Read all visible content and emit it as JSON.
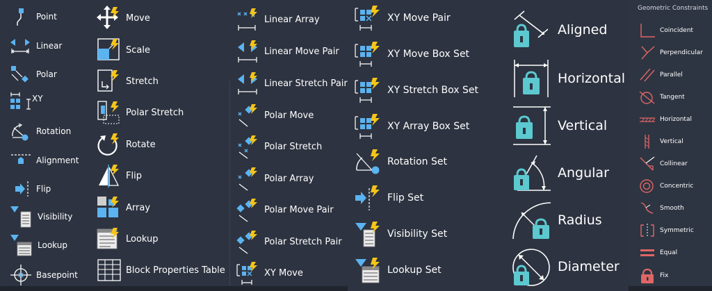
{
  "col1": [
    {
      "label": "Point",
      "icon": "point-icon"
    },
    {
      "label": "Linear",
      "icon": "linear-icon"
    },
    {
      "label": "Polar",
      "icon": "polar-icon"
    },
    {
      "label": "XY",
      "icon": "xy-icon"
    },
    {
      "label": "Rotation",
      "icon": "rotation-icon"
    },
    {
      "label": "Alignment",
      "icon": "alignment-icon"
    },
    {
      "label": "Flip",
      "icon": "flip-icon"
    },
    {
      "label": "Visibility",
      "icon": "visibility-icon"
    },
    {
      "label": "Lookup",
      "icon": "lookup-icon"
    },
    {
      "label": "Basepoint",
      "icon": "basepoint-icon"
    }
  ],
  "col2": [
    {
      "label": "Move",
      "icon": "move-icon"
    },
    {
      "label": "Scale",
      "icon": "scale-icon"
    },
    {
      "label": "Stretch",
      "icon": "stretch-icon"
    },
    {
      "label": "Polar Stretch",
      "icon": "polar-stretch-icon"
    },
    {
      "label": "Rotate",
      "icon": "rotate-icon"
    },
    {
      "label": "Flip",
      "icon": "flip-action-icon"
    },
    {
      "label": "Array",
      "icon": "array-icon"
    },
    {
      "label": "Lookup",
      "icon": "lookup-action-icon"
    },
    {
      "label": "Block Properties Table",
      "icon": "table-icon"
    }
  ],
  "col3": [
    {
      "label": "Linear Array",
      "icon": "linear-array-icon"
    },
    {
      "label": "Linear Move Pair",
      "icon": "linear-move-pair-icon"
    },
    {
      "label": "Linear Stretch Pair",
      "icon": "linear-stretch-pair-icon"
    },
    {
      "label": "Polar Move",
      "icon": "polar-move-icon"
    },
    {
      "label": "Polar Stretch",
      "icon": "polar-stretch-set-icon"
    },
    {
      "label": "Polar Array",
      "icon": "polar-array-icon"
    },
    {
      "label": "Polar Move Pair",
      "icon": "polar-move-pair-icon"
    },
    {
      "label": "Polar Stretch Pair",
      "icon": "polar-stretch-pair-icon"
    },
    {
      "label": "XY Move",
      "icon": "xy-move-icon"
    }
  ],
  "col4": [
    {
      "label": "XY Move Pair",
      "icon": "xy-move-pair-icon"
    },
    {
      "label": "XY Move Box Set",
      "icon": "xy-move-box-set-icon"
    },
    {
      "label": "XY Stretch Box Set",
      "icon": "xy-stretch-box-set-icon"
    },
    {
      "label": "XY Array Box Set",
      "icon": "xy-array-box-set-icon"
    },
    {
      "label": "Rotation Set",
      "icon": "rotation-set-icon"
    },
    {
      "label": "Flip Set",
      "icon": "flip-set-icon"
    },
    {
      "label": "Visibility Set",
      "icon": "visibility-set-icon"
    },
    {
      "label": "Lookup Set",
      "icon": "lookup-set-icon"
    }
  ],
  "col5": [
    {
      "label": "Aligned",
      "icon": "aligned-lock-icon"
    },
    {
      "label": "Horizontal",
      "icon": "horizontal-lock-icon"
    },
    {
      "label": "Vertical",
      "icon": "vertical-lock-icon"
    },
    {
      "label": "Angular",
      "icon": "angular-lock-icon"
    },
    {
      "label": "Radius",
      "icon": "radius-lock-icon"
    },
    {
      "label": "Diameter",
      "icon": "diameter-lock-icon"
    }
  ],
  "geometric": {
    "title": "Geometric Constraints",
    "items": [
      {
        "label": "Coincident",
        "icon": "coincident-icon"
      },
      {
        "label": "Perpendicular",
        "icon": "perpendicular-icon"
      },
      {
        "label": "Parallel",
        "icon": "parallel-icon"
      },
      {
        "label": "Tangent",
        "icon": "tangent-icon"
      },
      {
        "label": "Horizontal",
        "icon": "horizontal-constraint-icon"
      },
      {
        "label": "Vertical",
        "icon": "vertical-constraint-icon"
      },
      {
        "label": "Collinear",
        "icon": "collinear-icon"
      },
      {
        "label": "Concentric",
        "icon": "concentric-icon"
      },
      {
        "label": "Smooth",
        "icon": "smooth-icon"
      },
      {
        "label": "Symmetric",
        "icon": "symmetric-icon"
      },
      {
        "label": "Equal",
        "icon": "equal-icon"
      },
      {
        "label": "Fix",
        "icon": "fix-icon"
      }
    ]
  },
  "colors": {
    "background": "#2d3340",
    "accent_blue": "#5bb3f0",
    "lightning": "#f5c518",
    "lock": "#5cc8cf",
    "constraint_red": "#e06666"
  }
}
